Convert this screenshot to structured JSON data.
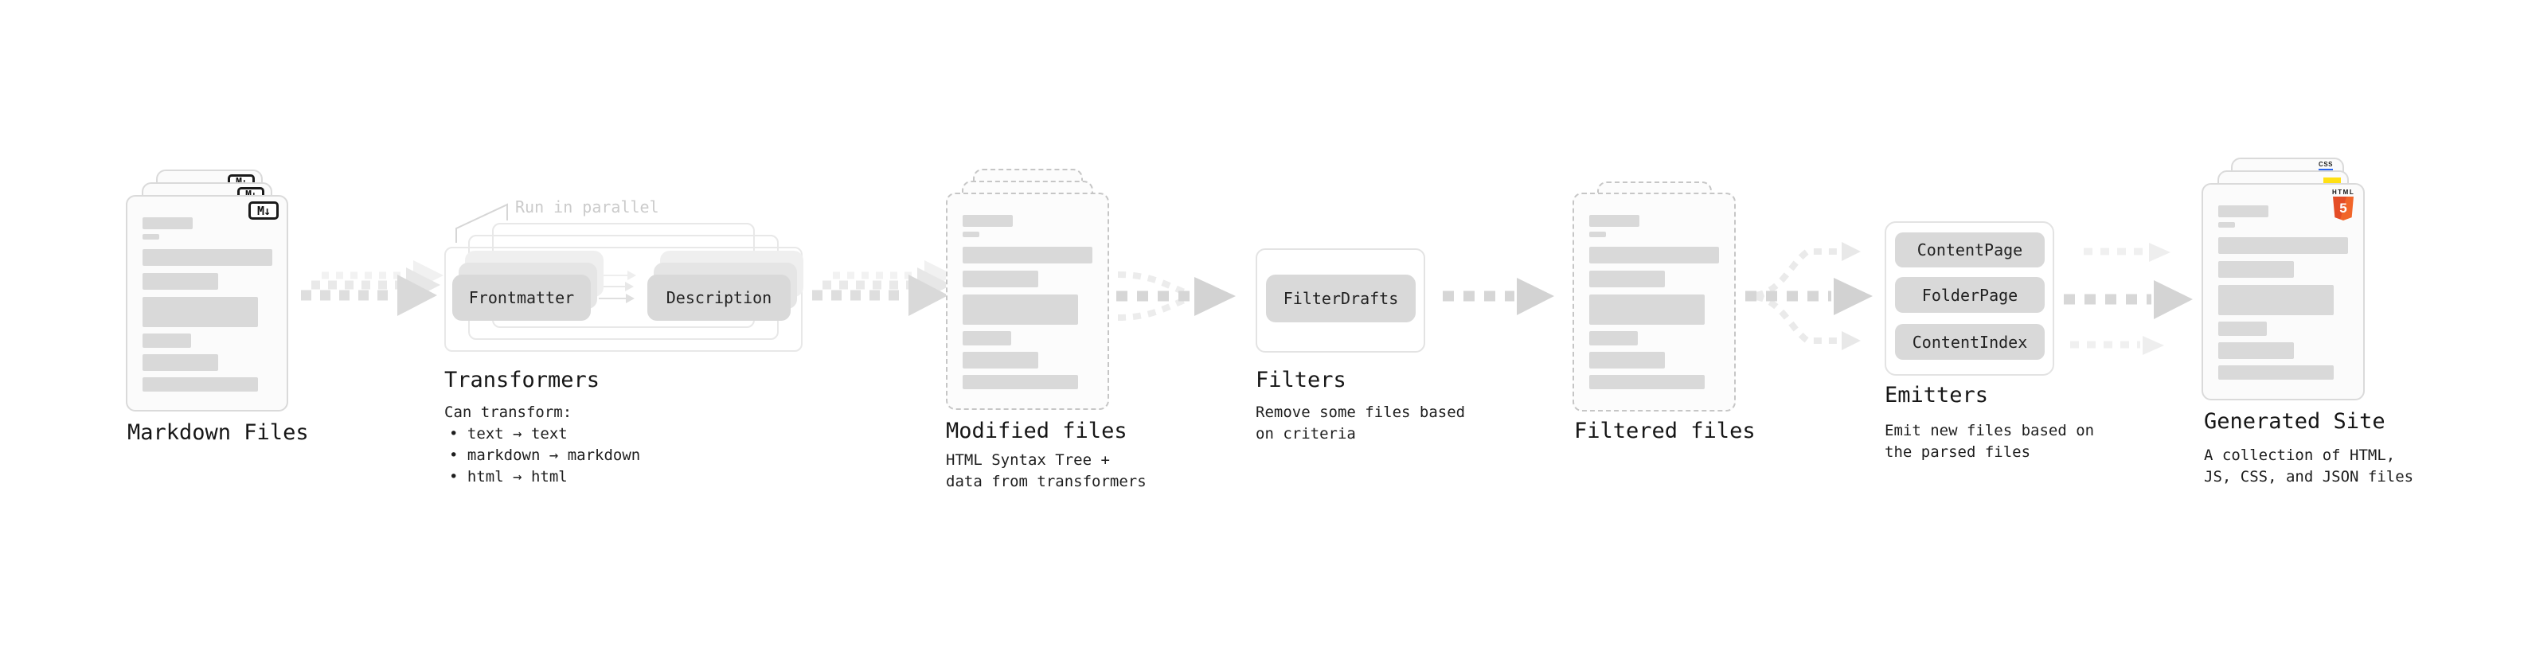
{
  "stages": {
    "markdown": {
      "label": "Markdown Files",
      "badge": "M↓"
    },
    "transformers": {
      "label": "Transformers",
      "note": "Run in parallel",
      "pills": [
        "Frontmatter",
        "Description"
      ],
      "desc_title": "Can transform:",
      "bullets": [
        "• text → text",
        "• markdown → markdown",
        "• html → html"
      ]
    },
    "modified": {
      "label": "Modified files",
      "desc": [
        "HTML Syntax Tree +",
        "data from transformers"
      ]
    },
    "filters": {
      "label": "Filters",
      "pills": [
        "FilterDrafts"
      ],
      "desc": [
        "Remove some files based",
        "on criteria"
      ]
    },
    "filtered": {
      "label": "Filtered files"
    },
    "emitters": {
      "label": "Emitters",
      "pills": [
        "ContentPage",
        "FolderPage",
        "ContentIndex"
      ],
      "desc": [
        "Emit new files based on",
        "the parsed files"
      ]
    },
    "generated": {
      "label": "Generated Site",
      "badges": {
        "css": "CSS",
        "html_word": "HTML",
        "html_number": "5"
      },
      "desc": [
        "A collection of HTML,",
        "JS, CSS, and JSON files"
      ]
    }
  },
  "colors": {
    "html5_orange": "#e44d26",
    "js_yellow": "#ffe014",
    "css_blue": "#2965f1",
    "arrow_gray": "#d6d6d6",
    "arrow_light": "#ececec",
    "skeleton_gray": "#d9d9d9",
    "note_gray": "#cbcbcb"
  }
}
